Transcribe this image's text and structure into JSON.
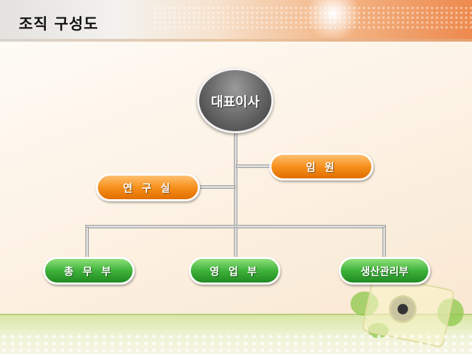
{
  "title": "조직 구성도",
  "org": {
    "root": "대표이사",
    "staff": [
      {
        "label": "임 원",
        "color": "#f6901c"
      },
      {
        "label": "연 구 실",
        "color": "#f6901c"
      }
    ],
    "departments": [
      {
        "label": "총 무 부",
        "color": "#3fb23a"
      },
      {
        "label": "영 업 부",
        "color": "#3fb23a"
      },
      {
        "label": "생산관리부",
        "color": "#3fb23a"
      }
    ]
  }
}
